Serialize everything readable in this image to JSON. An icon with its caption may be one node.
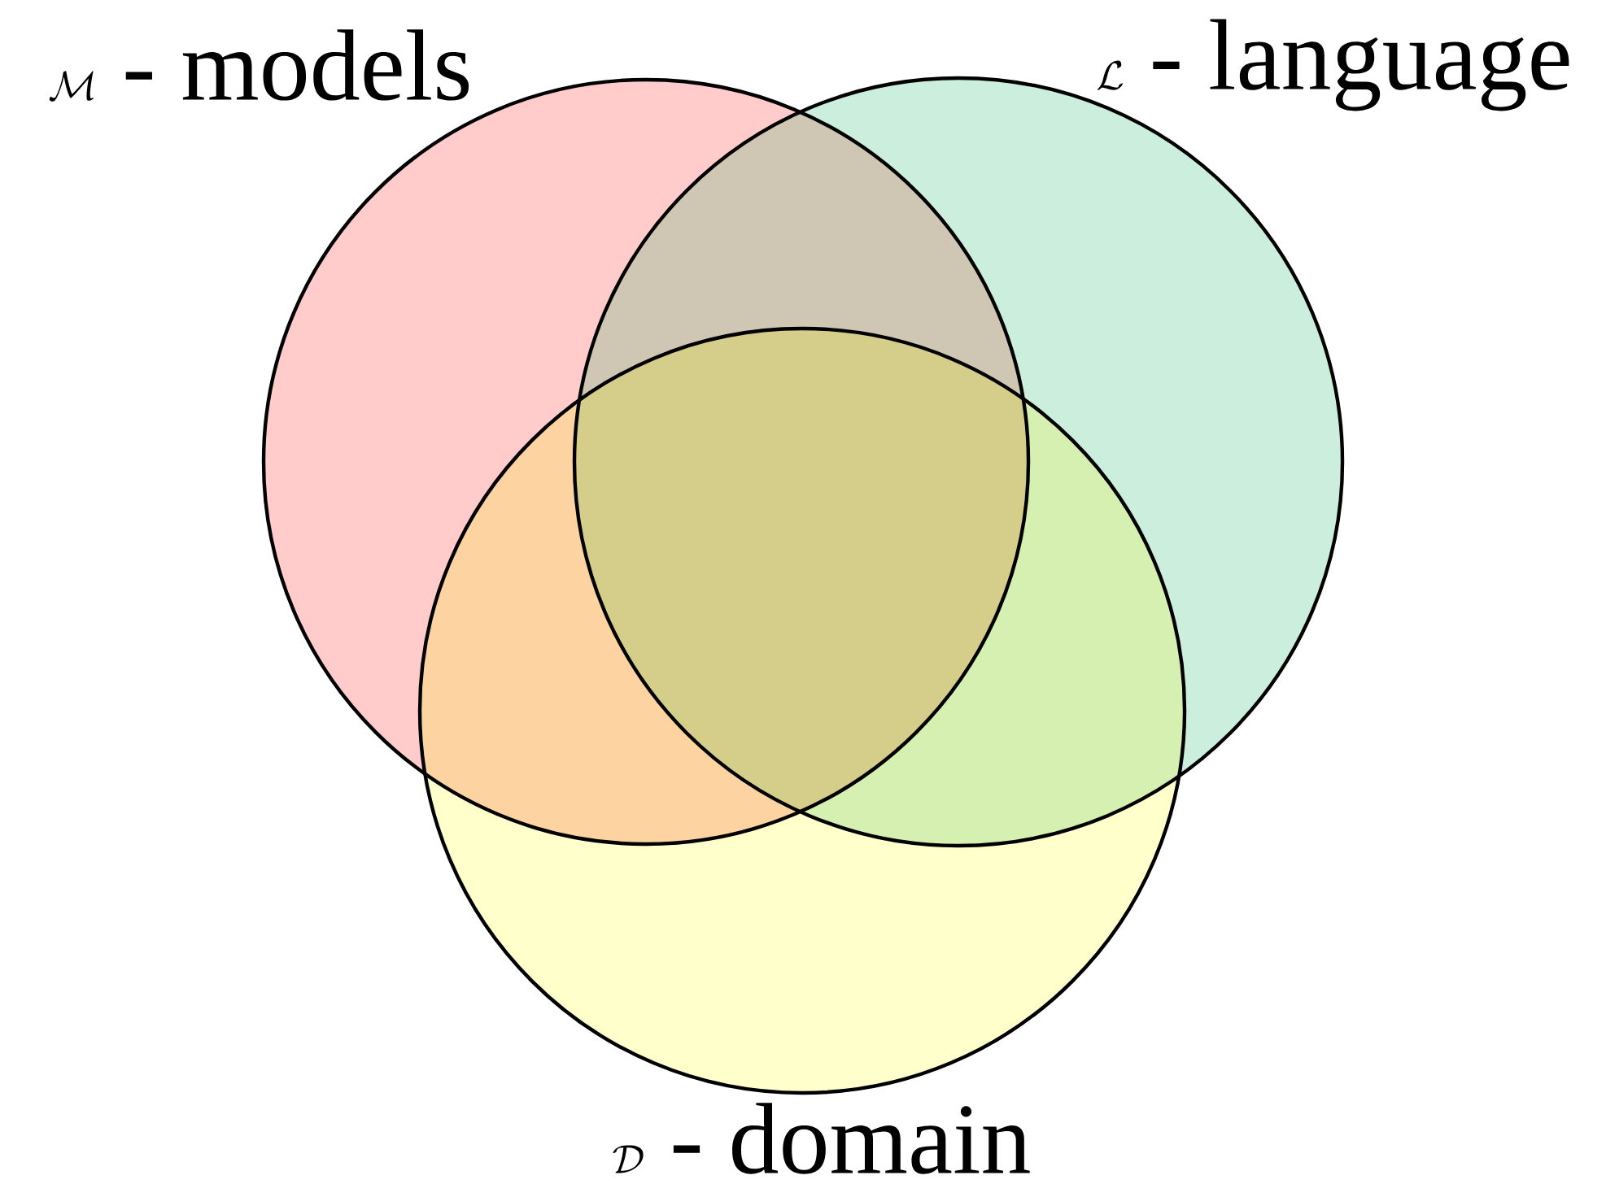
{
  "diagram": {
    "nodes": [
      {
        "text": [
          "\\mathcal{M}\\ \\mbox{- models}"
        ]
      },
      {
        "text": [
          "\\mathcal{L}\\ \\mbox{- language}"
        ]
      },
      {
        "text": [
          "\\mathcal{D}\\ \\mbox{- domain}"
        ]
      }
    ]
  }
}
